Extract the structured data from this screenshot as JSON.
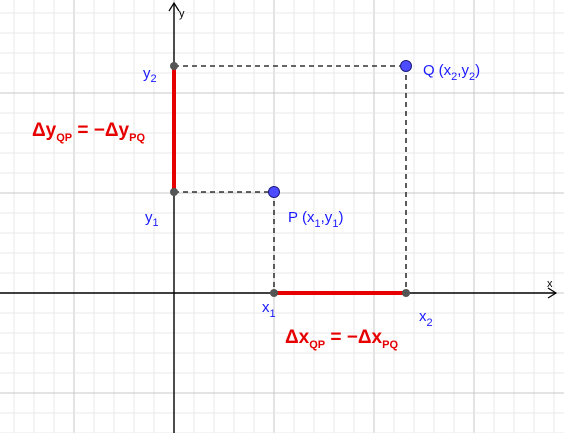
{
  "axes": {
    "x_label": "x",
    "y_label": "y"
  },
  "ticks": {
    "x1": "x",
    "x1_sub": "1",
    "x2": "x",
    "x2_sub": "2",
    "y1": "y",
    "y1_sub": "1",
    "y2": "y",
    "y2_sub": "2"
  },
  "points": {
    "P": {
      "name": "P",
      "open": "(x",
      "sub1": "1",
      "mid": ",y",
      "sub2": "1",
      "close": ")"
    },
    "Q": {
      "name": "Q",
      "open": "(x",
      "sub1": "2",
      "mid": ",y",
      "sub2": "2",
      "close": ")"
    }
  },
  "annotations": {
    "dy": {
      "lhs": "Δy",
      "lhs_sub": "QP",
      "eq": " = −",
      "rhs": "Δy",
      "rhs_sub": "PQ"
    },
    "dx": {
      "lhs": "Δx",
      "lhs_sub": "QP",
      "eq": " = −",
      "rhs": "Δx",
      "rhs_sub": "PQ"
    }
  },
  "colors": {
    "point": "#4d4dff",
    "segment": "#e60000",
    "label": "#1a1aff",
    "grid_minor": "#e8e8e8",
    "grid_major": "#c8c8c8"
  }
}
